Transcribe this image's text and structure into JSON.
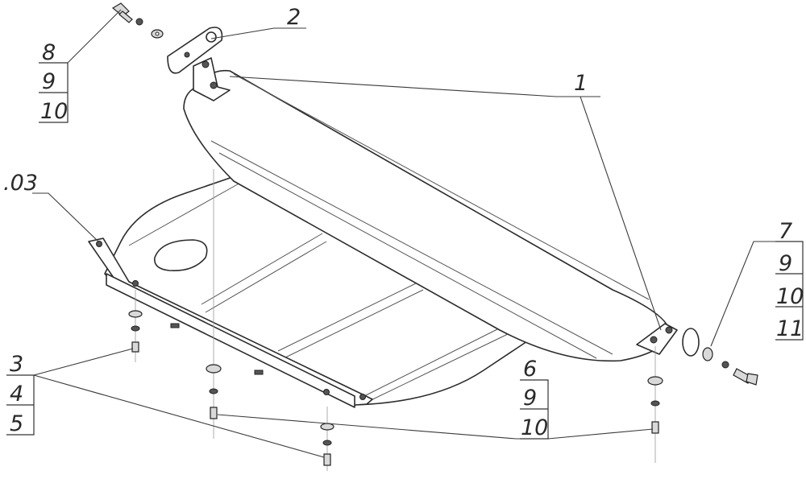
{
  "callouts": {
    "c1": "1",
    "c2": "2",
    "c03": ".03",
    "tl_8": "8",
    "tl_9": "9",
    "tl_10": "10",
    "r_7": "7",
    "r_9": "9",
    "r_10": "10",
    "r_11": "11",
    "bl_3": "3",
    "bl_4": "4",
    "bl_5": "5",
    "br_6": "6",
    "br_9": "9",
    "br_10": "10"
  }
}
